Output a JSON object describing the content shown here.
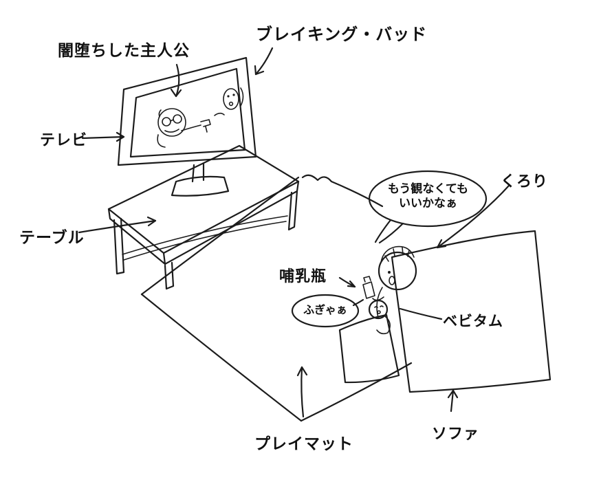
{
  "scene": {
    "labels": {
      "protagonist": "闇堕ちした主人公",
      "breaking_bad": "ブレイキング・バッド",
      "tv": "テレビ",
      "table": "テーブル",
      "kurori": "くろり",
      "bottle": "哺乳瓶",
      "bebitam": "ベビタム",
      "playmat": "プレイマット",
      "sofa": "ソファ"
    },
    "speech": {
      "kurori_line1": "もう観なくても",
      "kurori_line2": "いいかなぁ",
      "baby_cry": "ふぎゃぁ"
    },
    "colors": {
      "ink": "#1c1c1c",
      "background": "#ffffff"
    }
  }
}
